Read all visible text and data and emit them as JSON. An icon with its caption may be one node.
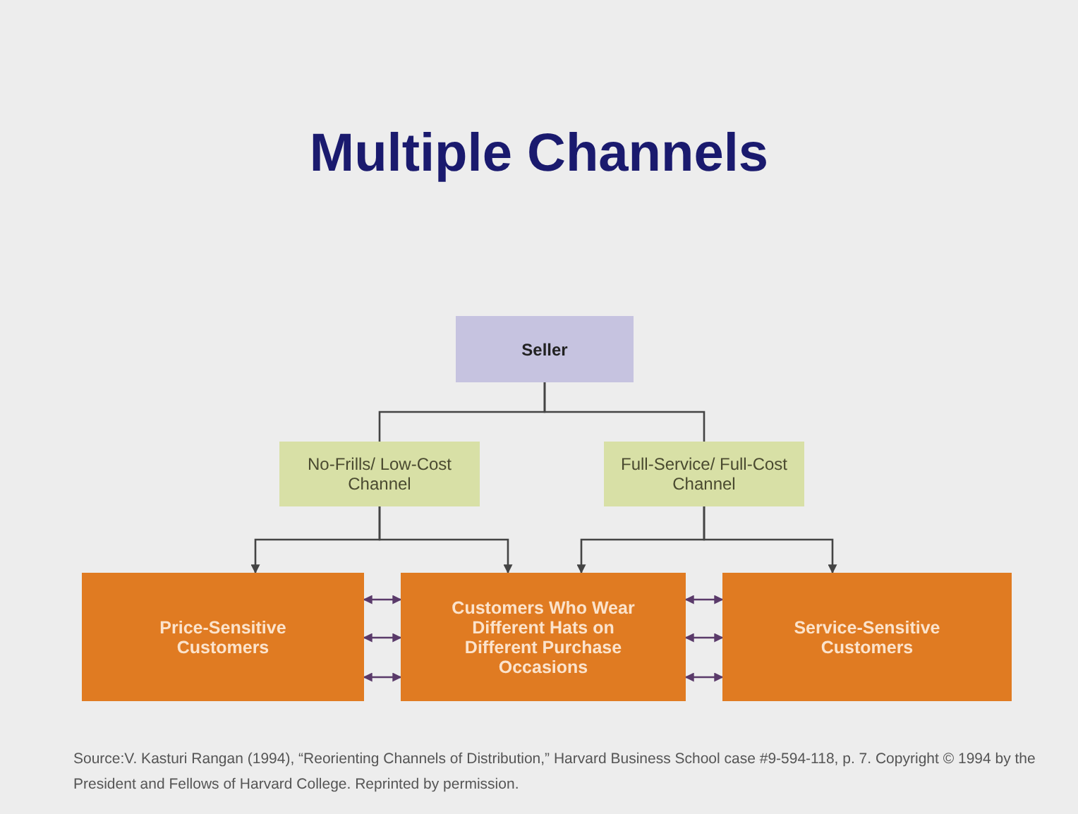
{
  "diagram": {
    "title": "Multiple Channels",
    "caption": "Source:V. Kasturi Rangan (1994), “Reorienting Channels of Distribution,” Harvard Business School case #9-594-118, p. 7. Copyright © 1994 by the President and Fellows of Harvard College. Reprinted by permission.",
    "nodes": [
      {
        "text": [
          "Seller"
        ]
      },
      {
        "text": [
          "No-Frills/ Low-Cost Channel"
        ]
      },
      {
        "text": [
          "Full-Service/ Full-Cost Channel"
        ]
      },
      {
        "text": [
          "Price-Sensitive Customers"
        ]
      },
      {
        "text": [
          "Customers Who Wear Different Hats on Different Purchase Occasions"
        ]
      },
      {
        "text": [
          "Service-Sensitive Customers"
        ]
      }
    ],
    "edges": [
      {
        "from": 0,
        "to": 1,
        "arrow": "none"
      },
      {
        "from": 0,
        "to": 2,
        "arrow": "none"
      },
      {
        "from": 1,
        "to": 3,
        "arrow": "to"
      },
      {
        "from": 1,
        "to": 4,
        "arrow": "to"
      },
      {
        "from": 2,
        "to": 4,
        "arrow": "to"
      },
      {
        "from": 2,
        "to": 5,
        "arrow": "to"
      },
      {
        "from": 3,
        "to": 4,
        "arrow": "both"
      },
      {
        "from": 3,
        "to": 4,
        "arrow": "both"
      },
      {
        "from": 3,
        "to": 4,
        "arrow": "both"
      },
      {
        "from": 4,
        "to": 5,
        "arrow": "both"
      },
      {
        "from": 4,
        "to": 5,
        "arrow": "both"
      },
      {
        "from": 4,
        "to": 5,
        "arrow": "both"
      }
    ]
  }
}
